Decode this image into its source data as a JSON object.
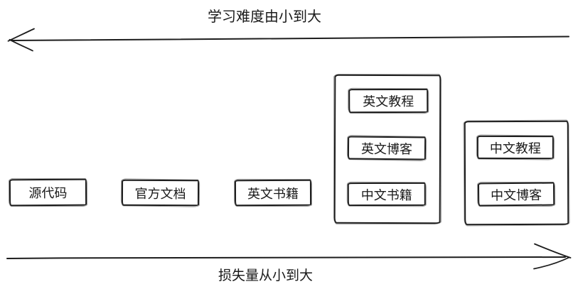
{
  "colors": {
    "stroke": "#1d1d1d",
    "text": "#1a1a1a",
    "background": "#ffffff"
  },
  "top_axis": {
    "label": "学习难度由小到大",
    "arrow_direction": "left"
  },
  "bottom_axis": {
    "label": "损失量从小到大",
    "arrow_direction": "right"
  },
  "boxes": [
    {
      "label": "源代码"
    },
    {
      "label": "官方文档"
    },
    {
      "label": "英文书籍"
    }
  ],
  "groups": [
    {
      "items": [
        {
          "label": "英文教程"
        },
        {
          "label": "英文博客"
        },
        {
          "label": "中文书籍"
        }
      ]
    },
    {
      "items": [
        {
          "label": "中文教程"
        },
        {
          "label": "中文博客"
        }
      ]
    }
  ]
}
